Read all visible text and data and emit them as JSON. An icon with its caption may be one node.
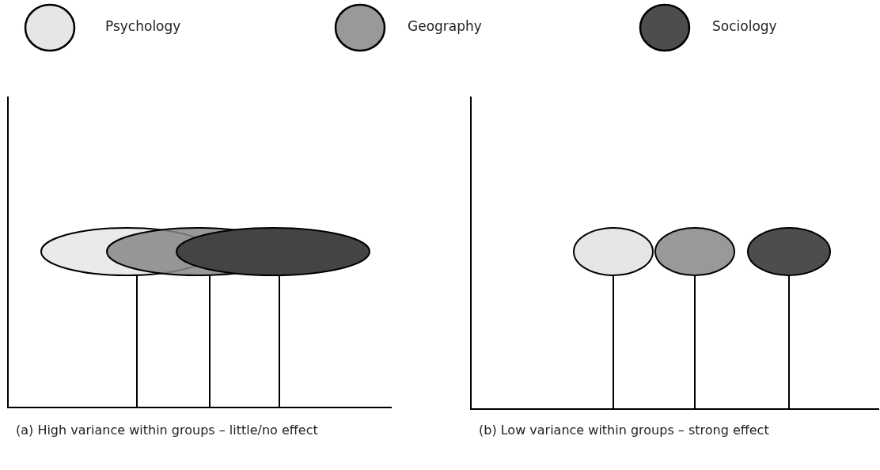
{
  "diagram": {
    "labels": [
      "(a) High variance within groups – little/no effect",
      "(b) Low variance within groups – strong effect"
    ],
    "legend": [
      {
        "text": "Psychology",
        "color": "#e6e6e6"
      },
      {
        "text": "Geography",
        "color": "#999999"
      },
      {
        "text": "Sociology",
        "color": "#4d4d4d"
      }
    ]
  }
}
